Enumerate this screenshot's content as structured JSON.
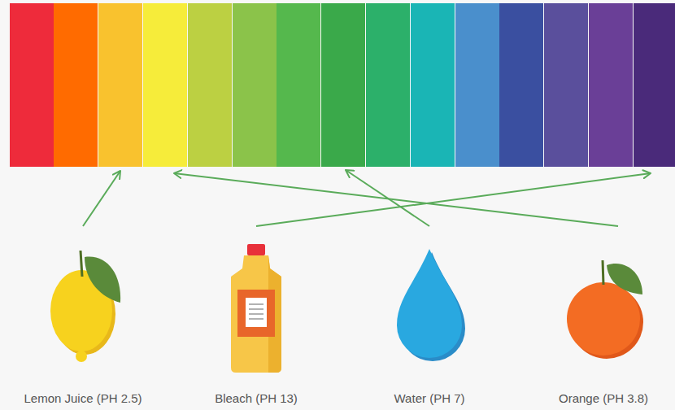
{
  "diagram": {
    "nodes": [
      {
        "text": [
          "Lemon Juice (PH 2.5)"
        ]
      },
      {
        "text": [
          "Bleach (PH 13)"
        ]
      },
      {
        "text": [
          "Water (PH 7)"
        ]
      },
      {
        "text": [
          "Orange (PH 3.8)"
        ]
      }
    ]
  }
}
